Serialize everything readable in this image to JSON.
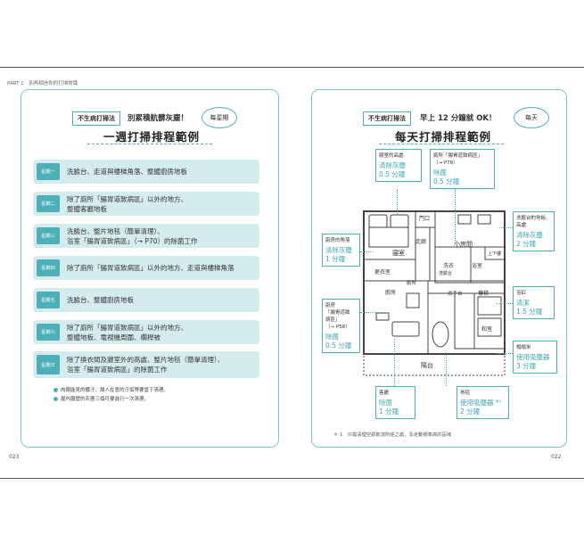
{
  "header": {
    "part": "PART 1　別再相信你的打掃常識"
  },
  "pages": {
    "left": "023",
    "right": "022"
  },
  "left": {
    "tag": "不生病打掃法",
    "subtitle": "別累積航髒灰塵！",
    "bubble": "每星期",
    "title": "一週打掃排程範例",
    "days": [
      {
        "label": "星期一",
        "text": "洗臉台、走道與樓梯角落、整體廚房地板"
      },
      {
        "label": "星期二",
        "text": "除了廁所「腸胃道致病區」以外的地方、\n整體客廳地板"
      },
      {
        "label": "星期三",
        "text": "洗臉台、整片地毯（簡單清理）、\n浴室「腸胃道致病區」（→ P70）的除菌工作"
      },
      {
        "label": "星期四",
        "text": "除了廁所「腸胃道致病區」以外的地方、走道與樓梯角落"
      },
      {
        "label": "星期五",
        "text": "洗臉台、整體廚房地板"
      },
      {
        "label": "星期六",
        "text": "除了廁所「腸胃道致病區」以外的地方、\n整體地板、電視機周圍、欄桿被"
      },
      {
        "label": "星期日",
        "text": "除了換衣間及寢室外的高處、整片地毯（簡單清理）、\n浴室「腸胃道致病區」的除菌工作"
      }
    ],
    "notes": [
      "肉眼能見的髒汙，讓人在意的汙垢等要當下清理。",
      "屋內牆壁的灰塵三個月要進行一次清理。"
    ]
  },
  "right": {
    "tag": "不生病打掃法",
    "subtitle": "早上 12 分鐘就 OK！",
    "bubble": "每天",
    "title": "每天打掃排程範例",
    "callouts": {
      "bedroom_high": {
        "head": "寢室的高處",
        "value": "清除灰塵\n0.5 分鐘"
      },
      "toilet": {
        "head": "廁所「腸胃道致病區」\n（→ P78）",
        "value": "除菌\n0.5 分鐘"
      },
      "sink": {
        "head": "洗臉台的地板、\n高處",
        "value": "清除灰塵\n2 分鐘"
      },
      "kitchen_corner": {
        "head": "廚房的角落",
        "value": "清除灰塵\n1 分鐘"
      },
      "kitchen": {
        "head": "廚房\n「腸胃道致\n病區」\n（→ P58）",
        "value": "除菌\n0.5 分鐘"
      },
      "bathtub": {
        "head": "浴缸",
        "value": "清潔\n1.5 分鐘"
      },
      "tatami": {
        "head": "榻榻米",
        "value": "使用吸塵器\n3 分鐘"
      },
      "living": {
        "head": "客廳",
        "value": "除菌\n1 分鐘"
      },
      "floor": {
        "head": "地毯",
        "value": "使用吸塵器 *¹\n2 分鐘"
      }
    },
    "rooms": {
      "bedroom": "寢室",
      "closet": "更衣室",
      "door": "門口",
      "corridor": "走廊",
      "study": "小房間",
      "bath": "浴室",
      "wash": "洗衣",
      "wc": "廁所",
      "upstairs": "上下樓",
      "kitchen": "廚房",
      "balcony_area": "陽台",
      "japanese_room": "和室",
      "stairs": "樓梯",
      "washstand": "洗手台",
      "sink_label": "洗臉台"
    },
    "footnote": "＊ 1　只需清理空調氣流所經之處，及走動頻率高的區域"
  }
}
